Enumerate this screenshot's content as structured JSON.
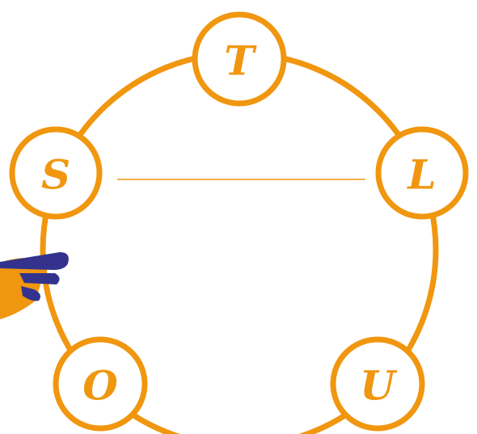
{
  "diagram": {
    "colors": {
      "orange": "#F0960F",
      "navy": "#33338E",
      "background": "#FFFFFF"
    },
    "nodes": [
      {
        "id": "top",
        "letter": "T"
      },
      {
        "id": "left",
        "letter": "S"
      },
      {
        "id": "right",
        "letter": "L"
      },
      {
        "id": "bottom-left",
        "letter": "O"
      },
      {
        "id": "bottom-right",
        "letter": "U"
      }
    ],
    "decoration": "hand-pointer"
  }
}
